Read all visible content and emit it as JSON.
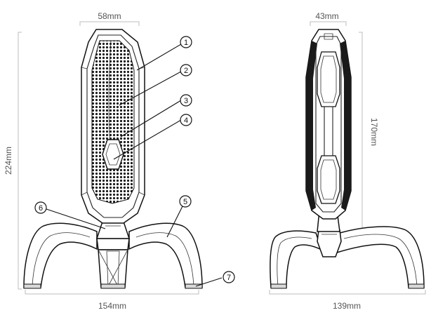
{
  "dimensions": {
    "front_width": "58mm",
    "front_height": "224mm",
    "front_base_width": "154mm",
    "side_width": "43mm",
    "side_height": "170mm",
    "side_base_width": "139mm"
  },
  "callouts": [
    "1",
    "2",
    "3",
    "4",
    "5",
    "6",
    "7"
  ],
  "colors": {
    "line": "#111111",
    "dimension_line": "#bdbdbd",
    "dimension_text": "#555555"
  }
}
